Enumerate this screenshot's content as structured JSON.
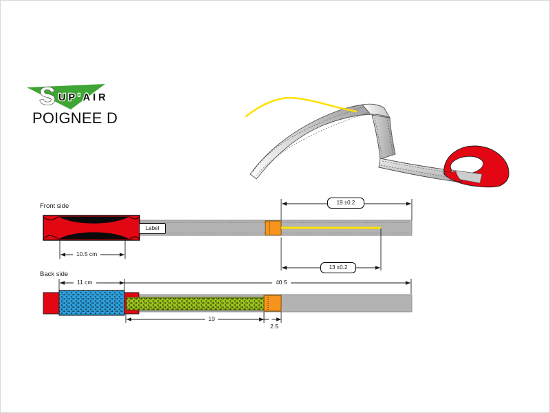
{
  "logo": {
    "s": "S",
    "up": "UP",
    "apostrophe": "'",
    "air": "AIR"
  },
  "title": "POIGNEE D",
  "front": {
    "caption": "Front side",
    "label_tag": "Label",
    "dim_total": "19 ±0.2",
    "dim_handle_width": "10.5 cm",
    "dim_yellow_length": "13 ±0.2"
  },
  "back": {
    "caption": "Back side",
    "dim_handle_width": "11 cm",
    "dim_strap_length": "40.5",
    "dim_webbing_length": "19",
    "dim_marker_width": "2.5"
  },
  "colors": {
    "red": "#e30613",
    "strap_gray": "#b3b3b3",
    "orange": "#f7941e",
    "yellow": "#ffe000",
    "blue_webbing": "#2e9fda",
    "green_webbing": "#9bc11d",
    "logo_green": "#3fa535",
    "line": "#1a1a1a"
  }
}
